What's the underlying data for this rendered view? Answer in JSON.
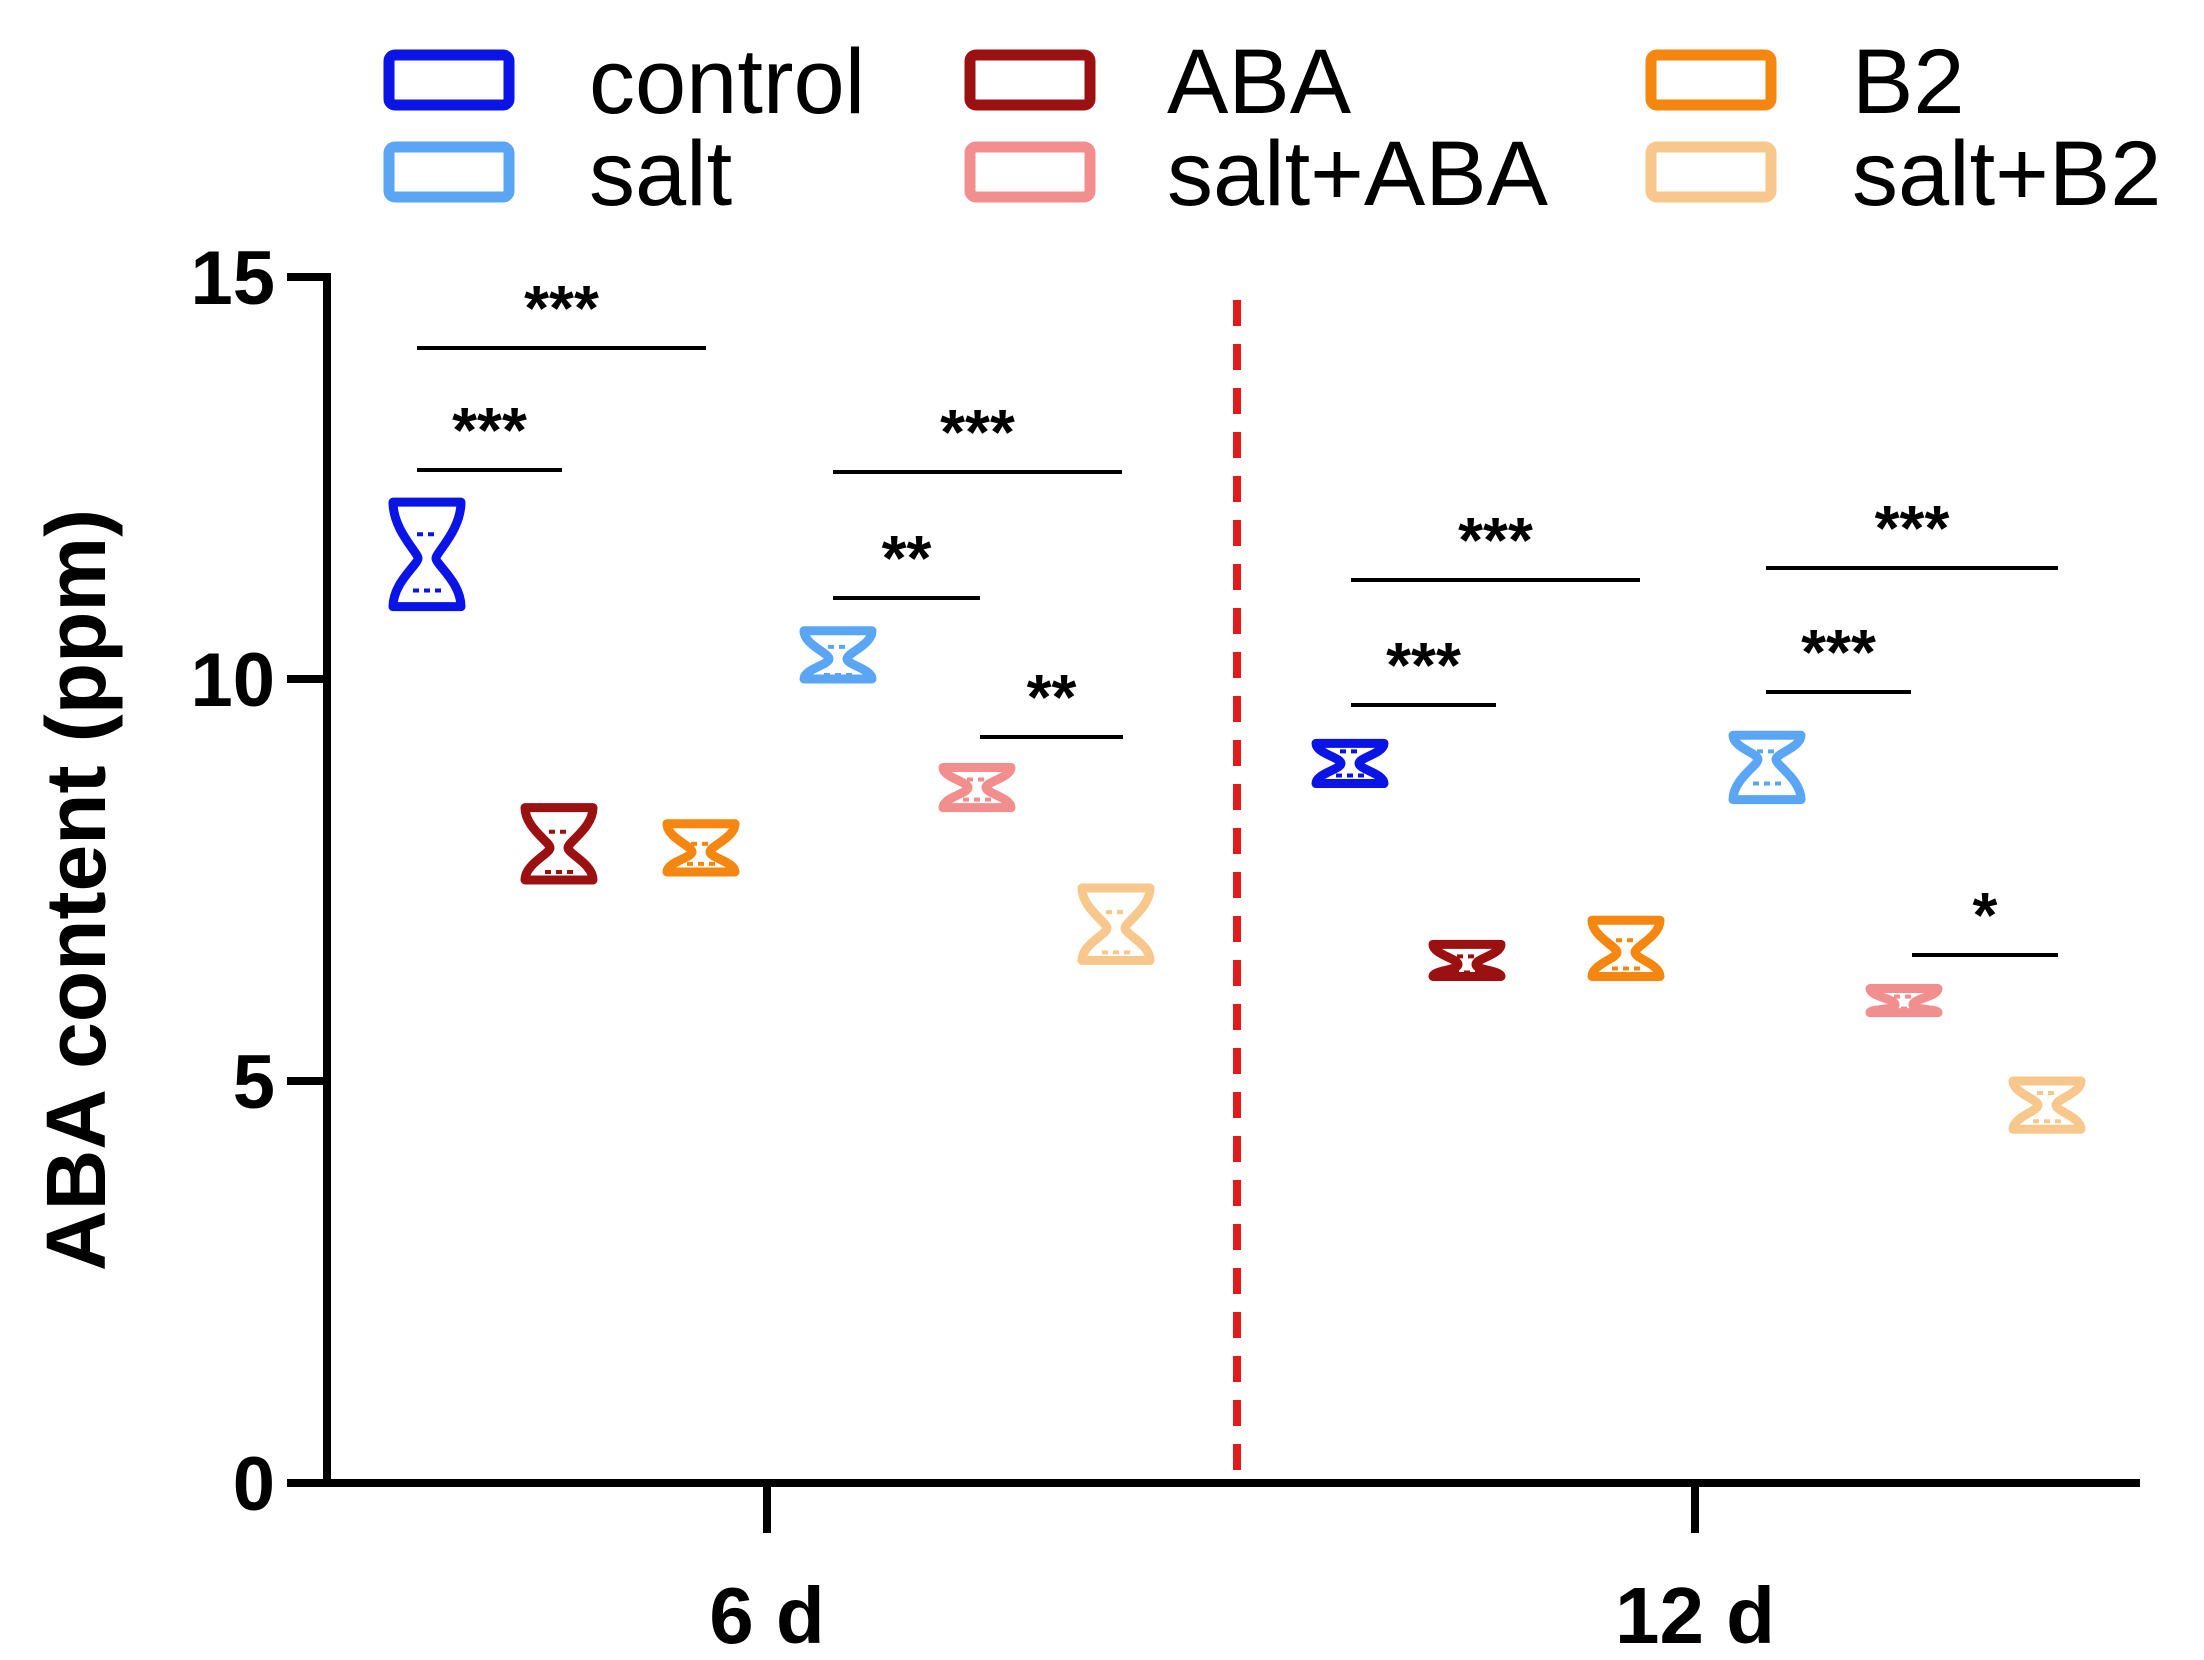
{
  "chart_data": {
    "type": "violin",
    "title": "",
    "xlabel": "",
    "ylabel": "ABA content (ppm)",
    "ylim": [
      0,
      15
    ],
    "yticks": [
      "0",
      "5",
      "10",
      "15"
    ],
    "categories": [
      "6 d",
      "12 d"
    ],
    "legend_position": "top",
    "grid": false,
    "series": [
      {
        "name": "control",
        "color": "#0a14e6",
        "values": [
          {
            "min": 10.9,
            "q1": 11.1,
            "median": 11.5,
            "q3": 11.8,
            "max": 12.2
          },
          {
            "min": 8.7,
            "q1": 8.8,
            "median": 8.95,
            "q3": 9.1,
            "max": 9.2
          }
        ]
      },
      {
        "name": "salt",
        "color": "#5aa6f5",
        "values": [
          {
            "min": 10.0,
            "q1": 10.05,
            "median": 10.25,
            "q3": 10.4,
            "max": 10.6
          },
          {
            "min": 8.5,
            "q1": 8.7,
            "median": 9.0,
            "q3": 9.1,
            "max": 9.3
          }
        ]
      },
      {
        "name": "ABA",
        "color": "#9b1010",
        "values": [
          {
            "min": 7.5,
            "q1": 7.6,
            "median": 7.9,
            "q3": 8.1,
            "max": 8.4
          },
          {
            "min": 6.3,
            "q1": 6.35,
            "median": 6.45,
            "q3": 6.55,
            "max": 6.7
          }
        ]
      },
      {
        "name": "salt+ABA",
        "color": "#f28e8e",
        "values": [
          {
            "min": 8.4,
            "q1": 8.5,
            "median": 8.65,
            "q3": 8.75,
            "max": 8.9
          },
          {
            "min": 5.85,
            "q1": 5.9,
            "median": 5.95,
            "q3": 6.05,
            "max": 6.15
          }
        ]
      },
      {
        "name": "B2",
        "color": "#f5860f",
        "values": [
          {
            "min": 7.6,
            "q1": 7.7,
            "median": 7.85,
            "q3": 7.95,
            "max": 8.2
          },
          {
            "min": 6.3,
            "q1": 6.4,
            "median": 6.6,
            "q3": 6.75,
            "max": 7.0
          }
        ]
      },
      {
        "name": "salt+B2",
        "color": "#f8c78c",
        "values": [
          {
            "min": 6.5,
            "q1": 6.6,
            "median": 6.9,
            "q3": 7.1,
            "max": 7.4
          },
          {
            "min": 4.4,
            "q1": 4.5,
            "median": 4.7,
            "q3": 4.85,
            "max": 5.0
          }
        ]
      }
    ],
    "comparisons": [
      {
        "group": "6 d",
        "from": "control",
        "to": "ABA",
        "label": "***"
      },
      {
        "group": "6 d",
        "from": "control",
        "to": "B2",
        "label": "***"
      },
      {
        "group": "6 d",
        "from": "salt",
        "to": "salt+ABA",
        "label": "**"
      },
      {
        "group": "6 d",
        "from": "salt",
        "to": "salt+B2",
        "label": "***"
      },
      {
        "group": "6 d",
        "from": "salt+ABA",
        "to": "salt+B2",
        "label": "**"
      },
      {
        "group": "12 d",
        "from": "control",
        "to": "ABA",
        "label": "***"
      },
      {
        "group": "12 d",
        "from": "control",
        "to": "B2",
        "label": "***"
      },
      {
        "group": "12 d",
        "from": "salt",
        "to": "salt+ABA",
        "label": "***"
      },
      {
        "group": "12 d",
        "from": "salt",
        "to": "salt+B2",
        "label": "***"
      },
      {
        "group": "12 d",
        "from": "salt+ABA",
        "to": "salt+B2",
        "label": "*"
      }
    ],
    "separator": {
      "style": "dashed",
      "color": "#e01b1b"
    }
  }
}
